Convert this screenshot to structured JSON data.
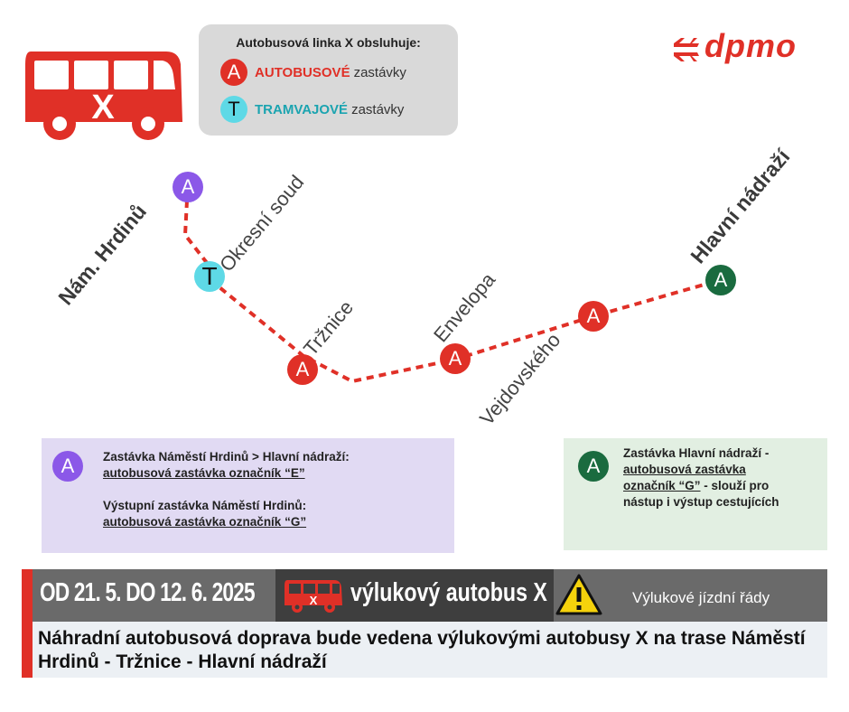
{
  "header": {
    "bus_icon_letter": "X",
    "logo_text": "dpmo",
    "brand_color": "#e03027"
  },
  "legend": {
    "title": "Autobusová linka X obsluhuje:",
    "bus_stop": {
      "letter": "A",
      "keyword": "AUTOBUSOVÉ",
      "rest": "zastávky",
      "color": "#e03027"
    },
    "tram_stop": {
      "letter": "T",
      "keyword": "TRAMVAJOVÉ",
      "rest": "zastávky",
      "color": "#1ba4b0",
      "dot_color": "#5ed9e6"
    }
  },
  "stops": [
    {
      "name": "Nám. Hrdinů",
      "letter": "A",
      "color": "#8b58e8",
      "bold": true
    },
    {
      "name": "Okresní soud",
      "letter": "T",
      "color": "#5ed9e6",
      "bold": false
    },
    {
      "name": "Tržnice",
      "letter": "A",
      "color": "#e03027",
      "bold": false
    },
    {
      "name": "Envelopa",
      "letter": "A",
      "color": "#e03027",
      "bold": false
    },
    {
      "name": "Vejdovského",
      "letter": "A",
      "color": "#e03027",
      "bold": false
    },
    {
      "name": "Hlavní nádraží",
      "letter": "A",
      "color": "#1a6b3f",
      "bold": true
    }
  ],
  "info_left": {
    "letter": "A",
    "line1": "Zastávka Náměstí Hrdinů > Hlavní nádraží:",
    "line2": "autobusová zastávka označník “E”",
    "line3": "Výstupní zastávka Náměstí Hrdinů:",
    "line4": "autobusová zastávka označník “G”"
  },
  "info_right": {
    "letter": "A",
    "line1": "Zastávka Hlavní nádraží -",
    "line2": "autobusová zastávka",
    "line3": "označník “G”",
    "line3_rest": " - slouží pro",
    "line4": "nástup i výstup cestujících"
  },
  "banner": {
    "dates": "OD 21. 5. DO 12. 6. 2025",
    "bus_letter": "X",
    "title": "výlukový autobus X",
    "link": "Výlukové jízdní řády",
    "warning_icon": "warning-icon"
  },
  "notice": {
    "text": "Náhradní autobusová doprava bude vedena výlukovými autobusy X na trase Náměstí Hrdinů - Tržnice - Hlavní nádraží"
  }
}
